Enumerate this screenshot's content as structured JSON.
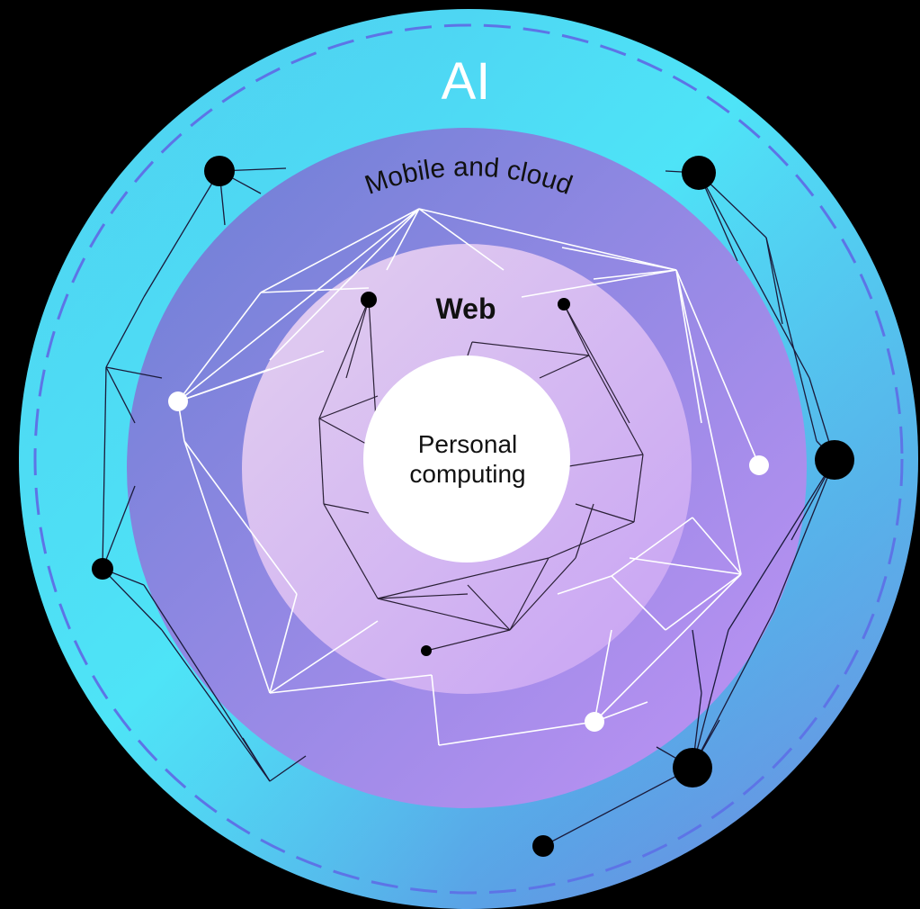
{
  "diagram": {
    "rings": [
      {
        "id": "ai",
        "label": "AI"
      },
      {
        "id": "mobile-cloud",
        "label": "Mobile and cloud"
      },
      {
        "id": "web",
        "label": "Web"
      },
      {
        "id": "personal-computing",
        "label_lines": [
          "Personal",
          "computing"
        ]
      }
    ]
  },
  "colors": {
    "background": "#000000",
    "ai_ring": [
      "#4fe6f6",
      "#5aa2e6",
      "#7d6fdc"
    ],
    "mobile_ring": [
      "#6f82d6",
      "#b48ff0"
    ],
    "web_ring": [
      "#dcc8ee",
      "#c9a6f3"
    ],
    "core": "#ffffff",
    "dashed_border": "#5d74e6",
    "ai_label": "#ffffff",
    "inner_labels": "#111111",
    "node_dark": "#000000",
    "node_light": "#ffffff"
  }
}
